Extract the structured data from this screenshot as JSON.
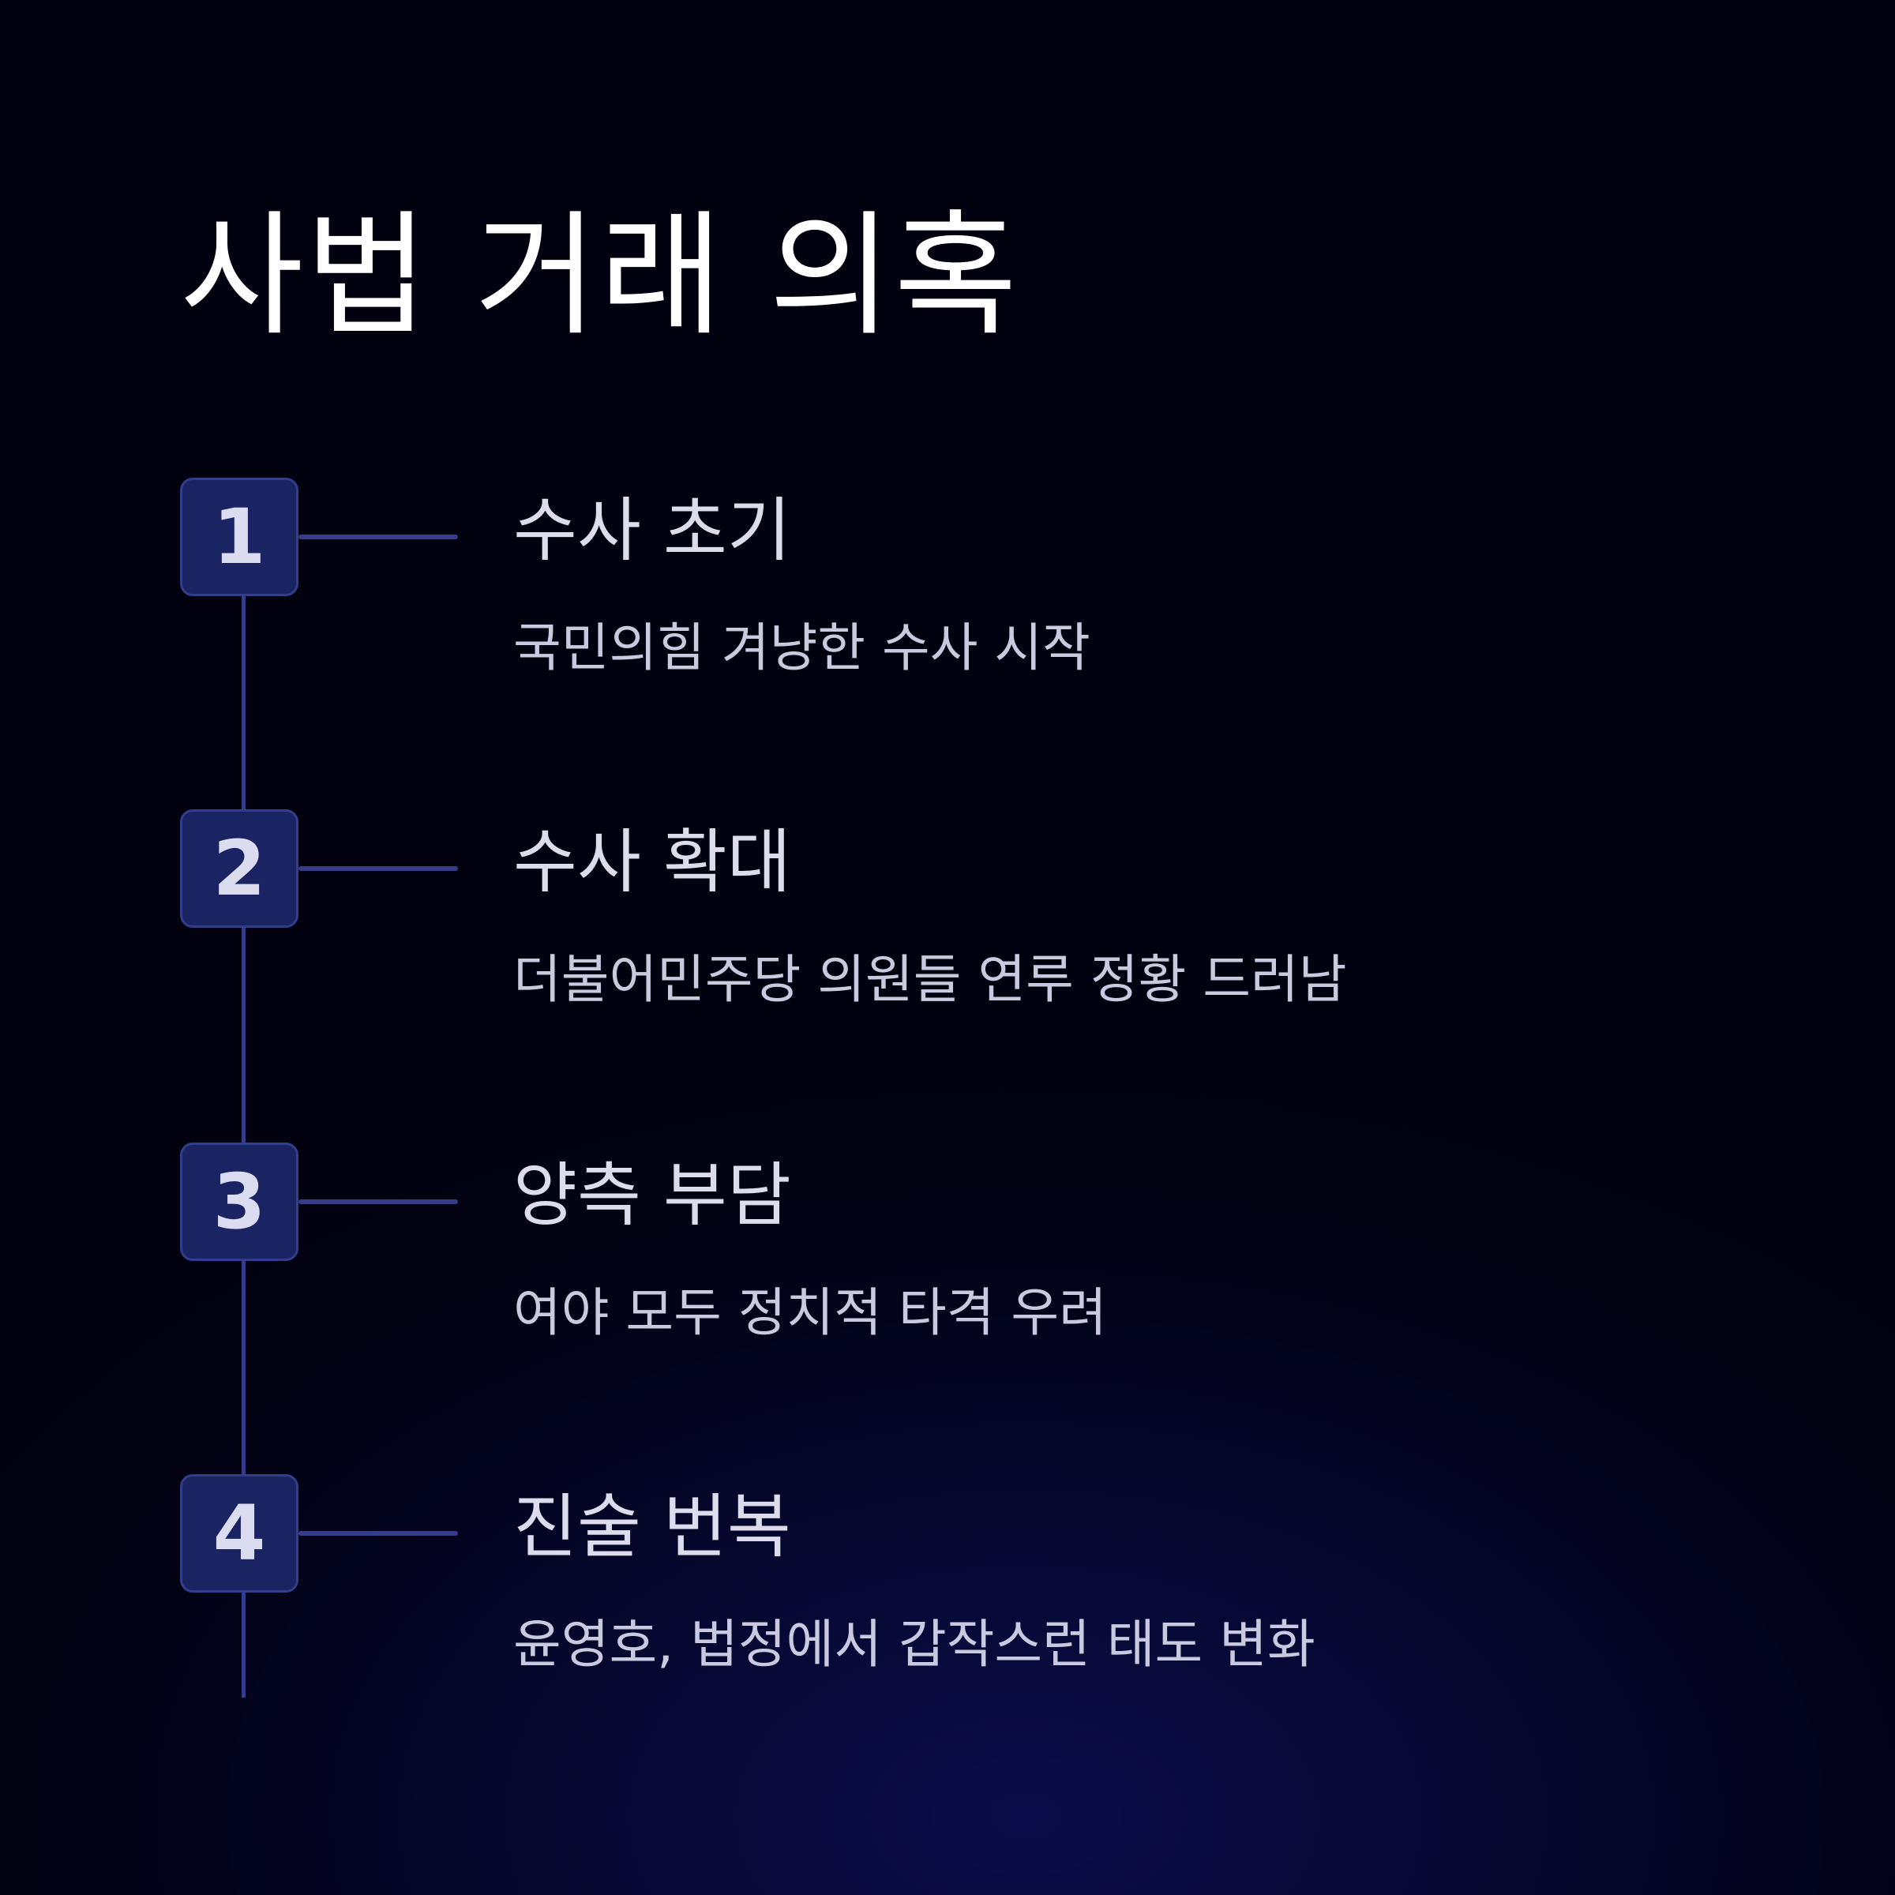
{
  "title": "사법 거래 의혹",
  "steps": [
    {
      "number": "1",
      "title": "수사 초기",
      "description": "국민의힘 겨냥한 수사 시작"
    },
    {
      "number": "2",
      "title": "수사 확대",
      "description": "더불어민주당 의원들 연루 정황 드러남"
    },
    {
      "number": "3",
      "title": "양측 부담",
      "description": "여야 모두 정치적 타격 우려"
    },
    {
      "number": "4",
      "title": "진술 번복",
      "description": "윤영호, 법정에서 갑작스런 태도 변화"
    }
  ],
  "colors": {
    "badge_fill": "#1b2463",
    "line": "#363c8a",
    "title_text": "#ffffff",
    "body_text": "#c9c9df"
  }
}
